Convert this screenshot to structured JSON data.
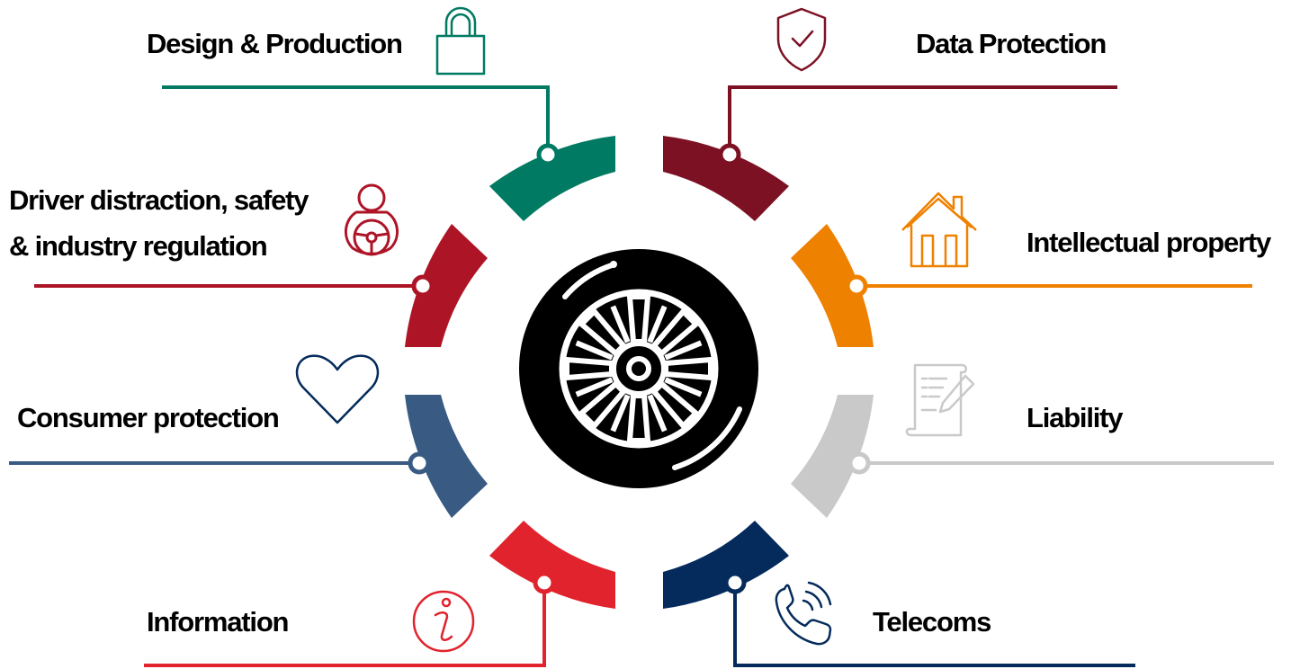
{
  "items": [
    {
      "id": "design-production",
      "label": "Design & Production",
      "color": "#007a63",
      "icon": "lock-icon"
    },
    {
      "id": "data-protection",
      "label": "Data Protection",
      "color": "#7d1124",
      "icon": "shield-check-icon"
    },
    {
      "id": "driver-distraction",
      "label_line1": "Driver distraction, safety",
      "label_line2": "& industry regulation",
      "color": "#ad1527",
      "icon": "driver-steering-wheel-icon"
    },
    {
      "id": "intellectual-property",
      "label": "Intellectual property",
      "color": "#ef8100",
      "icon": "house-icon"
    },
    {
      "id": "consumer-protection",
      "label": "Consumer protection",
      "color": "#395a82",
      "icon": "heart-icon"
    },
    {
      "id": "liability",
      "label": "Liability",
      "color": "#c9c9c9",
      "icon": "document-pen-icon"
    },
    {
      "id": "information",
      "label": "Information",
      "color": "#e0232d",
      "icon": "info-icon"
    },
    {
      "id": "telecoms",
      "label": "Telecoms",
      "color": "#042b5b",
      "icon": "phone-ringing-icon"
    }
  ],
  "center": {
    "icon": "tire-icon",
    "color": "#000000"
  }
}
